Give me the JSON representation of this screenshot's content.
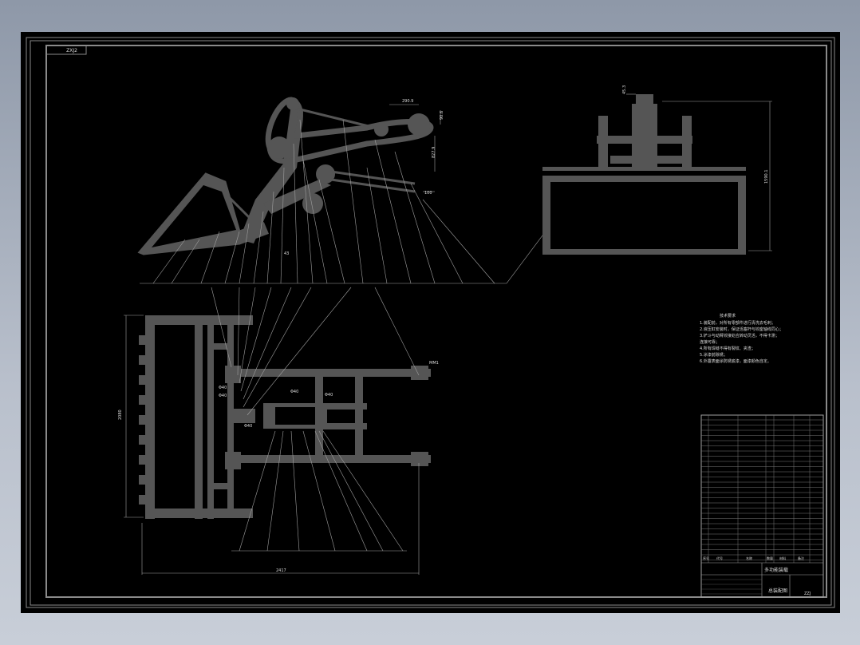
{
  "drawing": {
    "sheet_code": "ZXJ2",
    "colors": {
      "background": "#000000",
      "frame": "#8a8a8a",
      "part": "#555555",
      "line": "#a0a0a0",
      "text": "#dddddd",
      "viewport_bg": "#9aa3b1"
    },
    "side_view": {
      "dimensions": [
        "290.9",
        "90.6",
        "827.9",
        "100",
        "43"
      ]
    },
    "front_view": {
      "dimensions": [
        "1590.1",
        "45.3"
      ]
    },
    "top_view": {
      "dimensions": [
        "2080",
        "2417",
        "MM1",
        "Φ40",
        "Φ40",
        "Φ40",
        "Φ40",
        "Φ40"
      ]
    },
    "tech_requirements": {
      "title": "技术要求",
      "lines": [
        "1.装配前，对所有零部件进行清洗去毛刺；",
        "2.液压缸安装时，保证活塞杆与铰座轴线同心；",
        "3.铲斗与动臂铰接处应转动灵活，不得卡滞；",
        "   连接可靠；",
        "4.所有焊缝不得有裂纹、夹渣；",
        "5.涂漆前除锈；",
        "6.外露表面涂防锈底漆，面漆颜色自定。"
      ]
    },
    "title_block": {
      "title": "多功能装载",
      "subtitle": "总装配图",
      "drawing_number": "ZZJ",
      "parts_header": [
        "序号",
        "代号",
        "名称",
        "数量",
        "材料",
        "备注"
      ]
    }
  }
}
